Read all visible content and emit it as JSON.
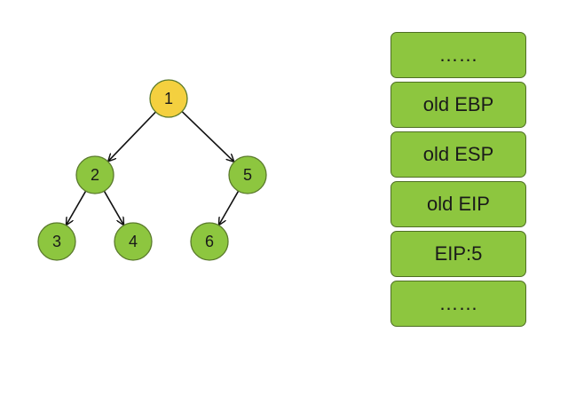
{
  "colors": {
    "node_default": "#8dc63f",
    "node_highlight": "#f4d03f",
    "node_stroke": "#5a7a2c",
    "edge": "#111111",
    "stack_fill": "#8dc63f",
    "stack_stroke": "#4f6f24"
  },
  "tree": {
    "nodes": [
      {
        "id": "1",
        "label": "1",
        "highlighted": true
      },
      {
        "id": "2",
        "label": "2",
        "highlighted": false
      },
      {
        "id": "5",
        "label": "5",
        "highlighted": false
      },
      {
        "id": "3",
        "label": "3",
        "highlighted": false
      },
      {
        "id": "4",
        "label": "4",
        "highlighted": false
      },
      {
        "id": "6",
        "label": "6",
        "highlighted": false
      }
    ],
    "edges": [
      {
        "from": "1",
        "to": "2"
      },
      {
        "from": "1",
        "to": "5"
      },
      {
        "from": "2",
        "to": "3"
      },
      {
        "from": "2",
        "to": "4"
      },
      {
        "from": "5",
        "to": "6"
      }
    ]
  },
  "stack": {
    "cells": [
      {
        "label": "……"
      },
      {
        "label": "old EBP"
      },
      {
        "label": "old ESP"
      },
      {
        "label": "old EIP"
      },
      {
        "label": "EIP:5"
      },
      {
        "label": "……"
      }
    ]
  }
}
